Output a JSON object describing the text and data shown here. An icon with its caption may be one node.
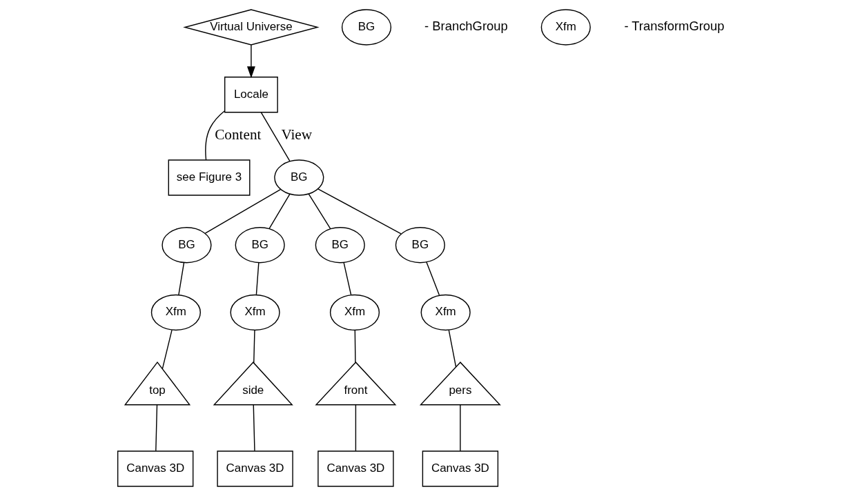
{
  "diagram": {
    "nodes": [
      {
        "text": [
          "Virtual Universe"
        ]
      },
      {
        "text": [
          "Locale"
        ]
      },
      {
        "text": [
          "see Figure 3"
        ]
      },
      {
        "text": [
          "BG"
        ]
      },
      {
        "text": [
          "BG"
        ]
      },
      {
        "text": [
          "BG"
        ]
      },
      {
        "text": [
          "BG"
        ]
      },
      {
        "text": [
          "BG"
        ]
      },
      {
        "text": [
          "Xfm"
        ]
      },
      {
        "text": [
          "Xfm"
        ]
      },
      {
        "text": [
          "Xfm"
        ]
      },
      {
        "text": [
          "Xfm"
        ]
      },
      {
        "text": [
          "top"
        ]
      },
      {
        "text": [
          "side"
        ]
      },
      {
        "text": [
          "front"
        ]
      },
      {
        "text": [
          "pers"
        ]
      },
      {
        "text": [
          "Canvas 3D"
        ]
      },
      {
        "text": [
          "Canvas 3D"
        ]
      },
      {
        "text": [
          "Canvas 3D"
        ]
      },
      {
        "text": [
          "Canvas 3D"
        ]
      },
      {
        "text": [
          "BG"
        ],
        "beside": [
          "- BranchGroup"
        ]
      },
      {
        "text": [
          "Xfm"
        ],
        "beside": [
          "- TransformGroup"
        ]
      }
    ],
    "edges": [
      {
        "from": 0,
        "to": 1,
        "arrow": "to"
      },
      {
        "from": 1,
        "to": 2,
        "arrow": "none",
        "label": "Content"
      },
      {
        "from": 1,
        "to": 3,
        "arrow": "none",
        "label": "View"
      },
      {
        "from": 3,
        "to": 4,
        "arrow": "none"
      },
      {
        "from": 3,
        "to": 5,
        "arrow": "none"
      },
      {
        "from": 3,
        "to": 6,
        "arrow": "none"
      },
      {
        "from": 3,
        "to": 7,
        "arrow": "none"
      },
      {
        "from": 4,
        "to": 8,
        "arrow": "none"
      },
      {
        "from": 5,
        "to": 9,
        "arrow": "none"
      },
      {
        "from": 6,
        "to": 10,
        "arrow": "none"
      },
      {
        "from": 7,
        "to": 11,
        "arrow": "none"
      },
      {
        "from": 8,
        "to": 12,
        "arrow": "none"
      },
      {
        "from": 9,
        "to": 13,
        "arrow": "none"
      },
      {
        "from": 10,
        "to": 14,
        "arrow": "none"
      },
      {
        "from": 11,
        "to": 15,
        "arrow": "none"
      },
      {
        "from": 12,
        "to": 16,
        "arrow": "none"
      },
      {
        "from": 13,
        "to": 17,
        "arrow": "none"
      },
      {
        "from": 14,
        "to": 18,
        "arrow": "none"
      },
      {
        "from": 15,
        "to": 19,
        "arrow": "none"
      }
    ]
  }
}
